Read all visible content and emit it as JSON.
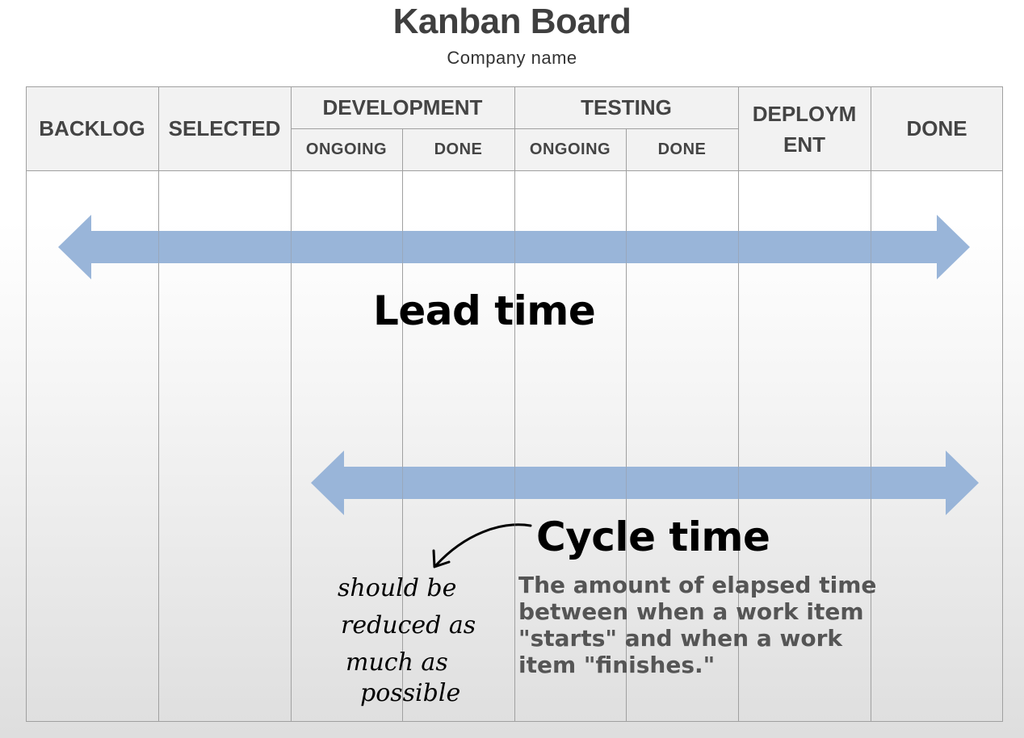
{
  "header": {
    "title": "Kanban Board",
    "subtitle": "Company name"
  },
  "columns": {
    "backlog": "BACKLOG",
    "selected": "SELECTED",
    "development": "DEVELOPMENT",
    "development_ongoing": "ONGOING",
    "development_done": "DONE",
    "testing": "TESTING",
    "testing_ongoing": "ONGOING",
    "testing_done": "DONE",
    "deployment_line1": "DEPLOYM",
    "deployment_line2": "ENT",
    "done": "DONE"
  },
  "annotations": {
    "lead_time": "Lead time",
    "cycle_time": "Cycle time",
    "cycle_time_description": "The amount of elapsed time between when a work item \"starts\" and when a work item \"finishes.\"",
    "handwritten_note": [
      "should be",
      "reduced as",
      "much as",
      "possible"
    ]
  },
  "colors": {
    "arrow": "#94b1d7",
    "grid_line": "#a0a0a0",
    "header_bg": "#f2f2f2",
    "title_text": "#3f3f3f"
  }
}
